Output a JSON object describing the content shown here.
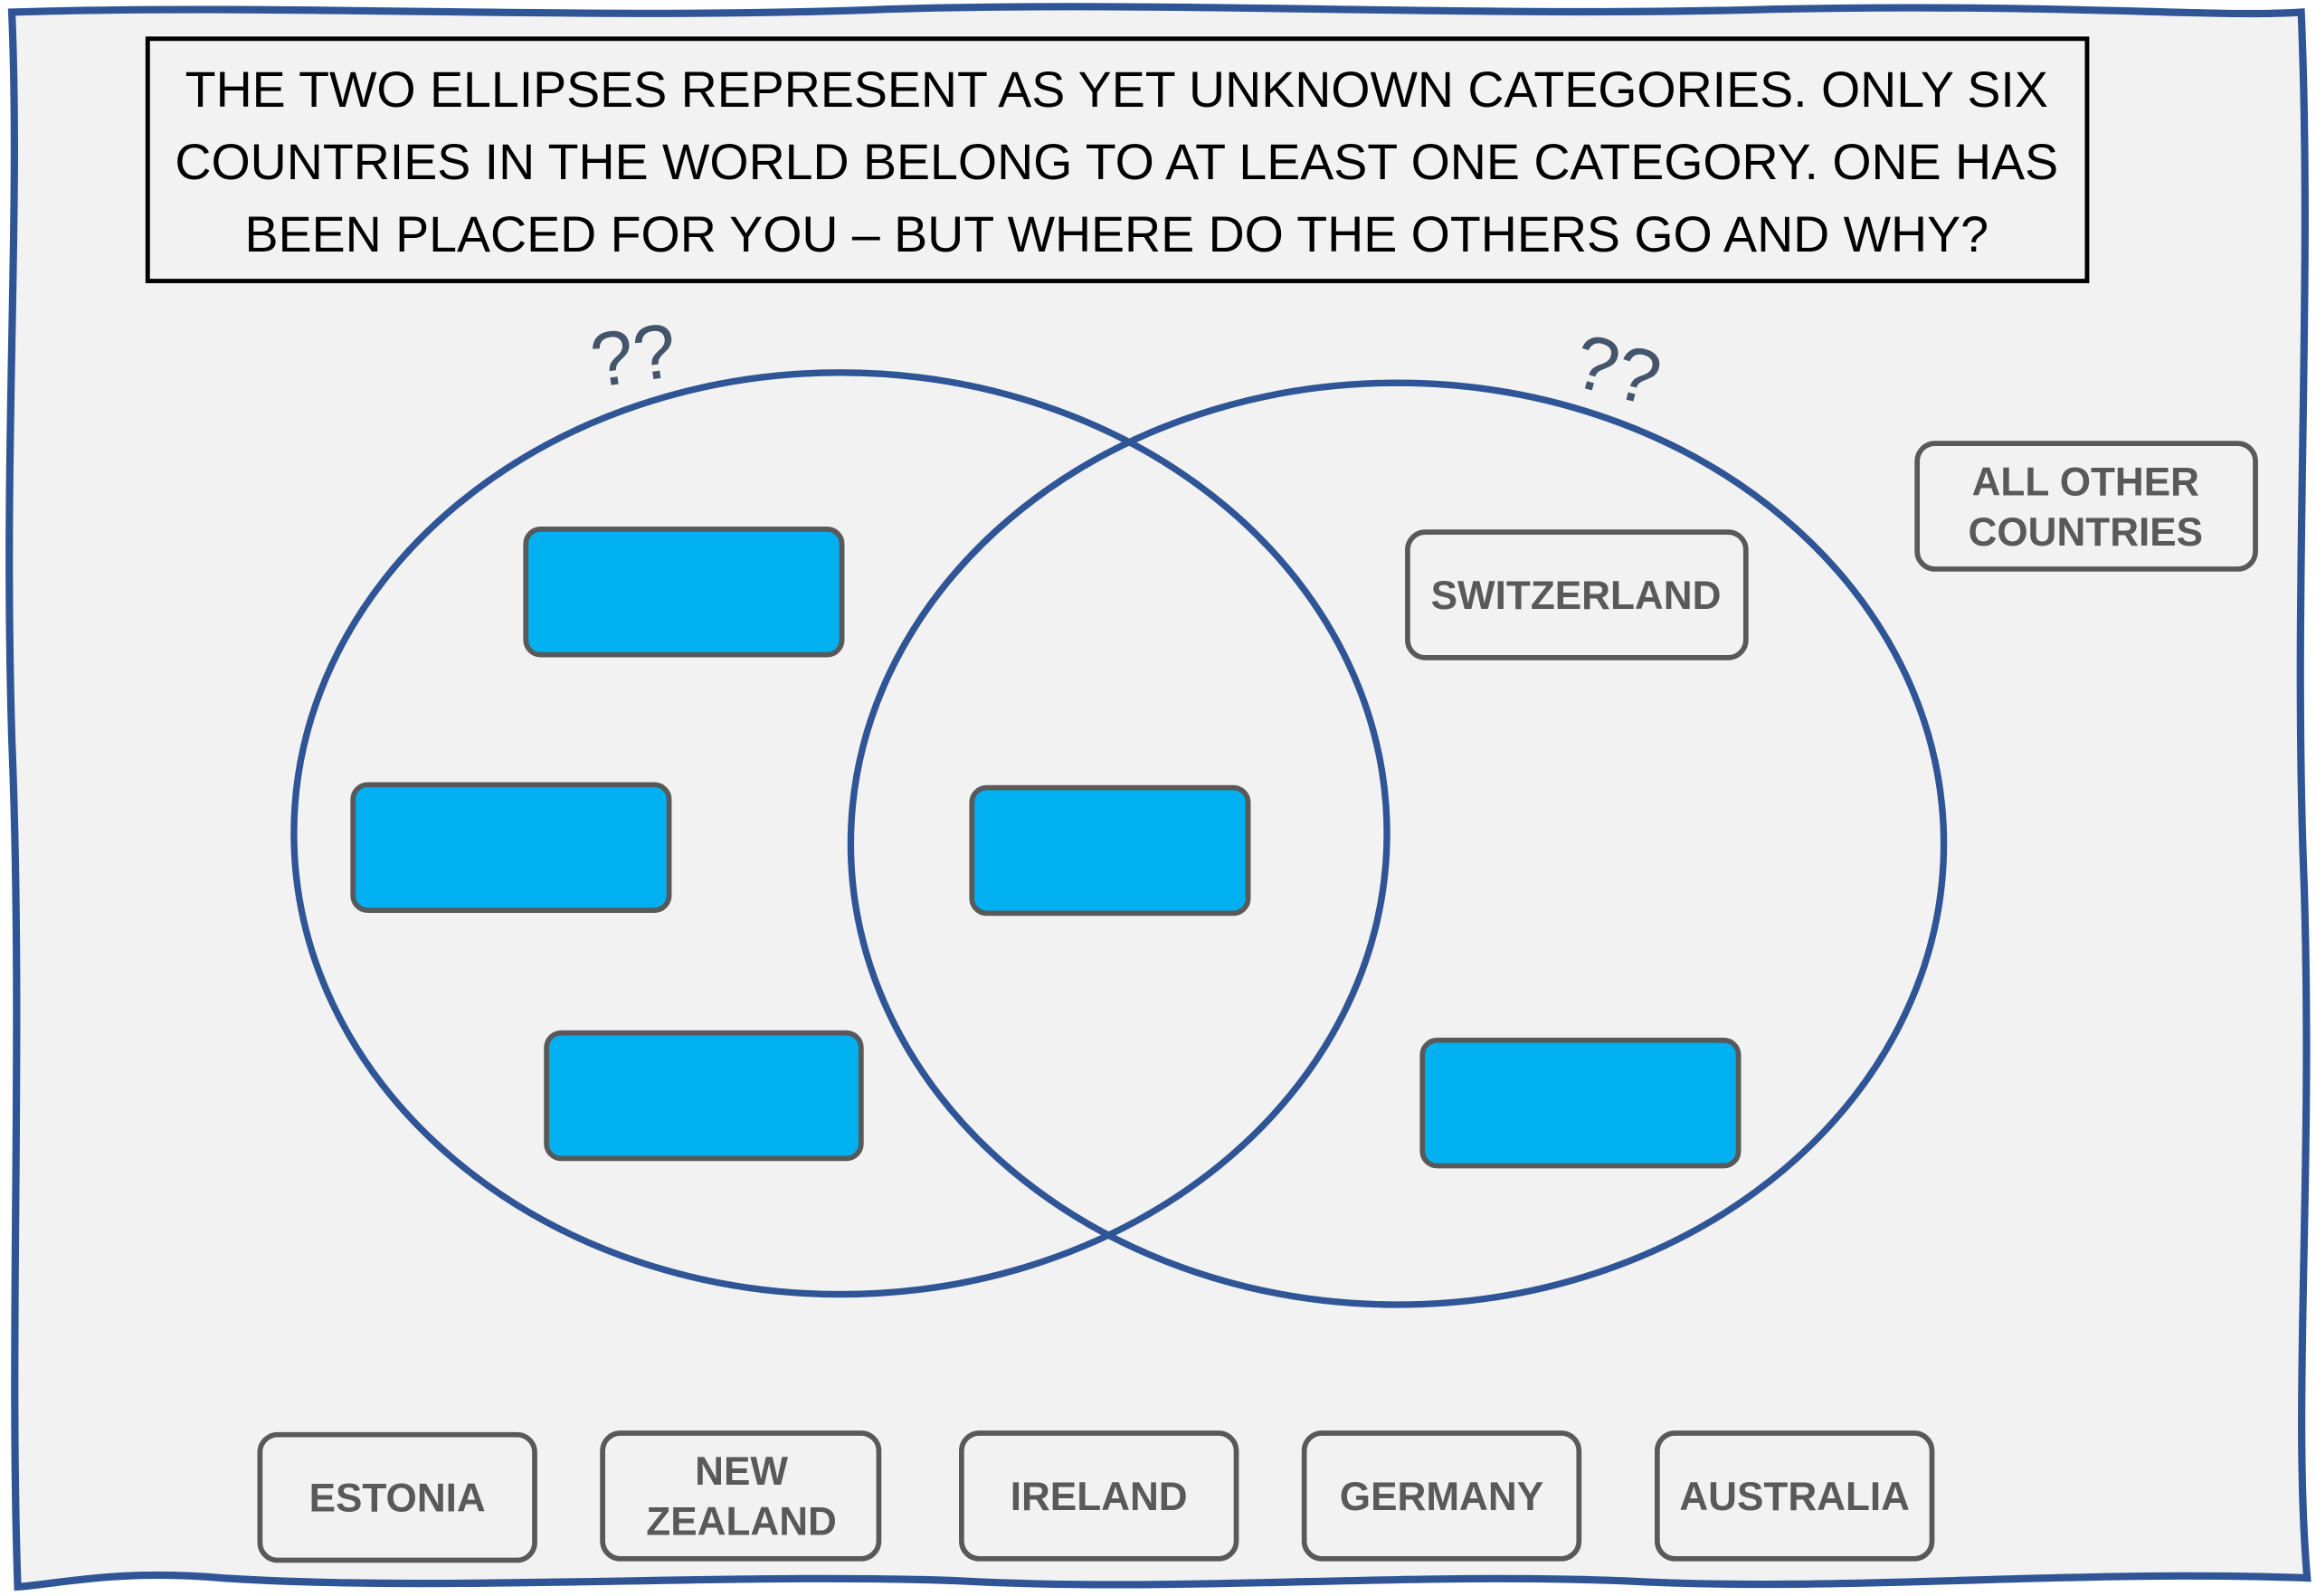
{
  "instructions": {
    "lines": [
      "THE TWO ELLIPSES REPRESENT AS YET UNKNOWN CATEGORIES. ONLY SIX",
      "COUNTRIES IN THE WORLD BELONG TO AT LEAST ONE CATEGORY.  ONE HAS",
      "BEEN PLACED FOR YOU – BUT WHERE DO THE OTHERS GO AND WHY?"
    ]
  },
  "venn": {
    "left_marker": "??",
    "right_marker": "??",
    "placed": "SWITZERLAND",
    "outside_label": [
      "ALL OTHER",
      "COUNTRIES"
    ]
  },
  "cards": [
    {
      "lines": [
        "ESTONIA"
      ]
    },
    {
      "lines": [
        "NEW",
        "ZEALAND"
      ]
    },
    {
      "lines": [
        "IRELAND"
      ]
    },
    {
      "lines": [
        "GERMANY"
      ]
    },
    {
      "lines": [
        "AUSTRALIA"
      ]
    }
  ],
  "colors": {
    "border": "#2f5597",
    "slot": "#00b0f0",
    "card_text": "#595959"
  }
}
